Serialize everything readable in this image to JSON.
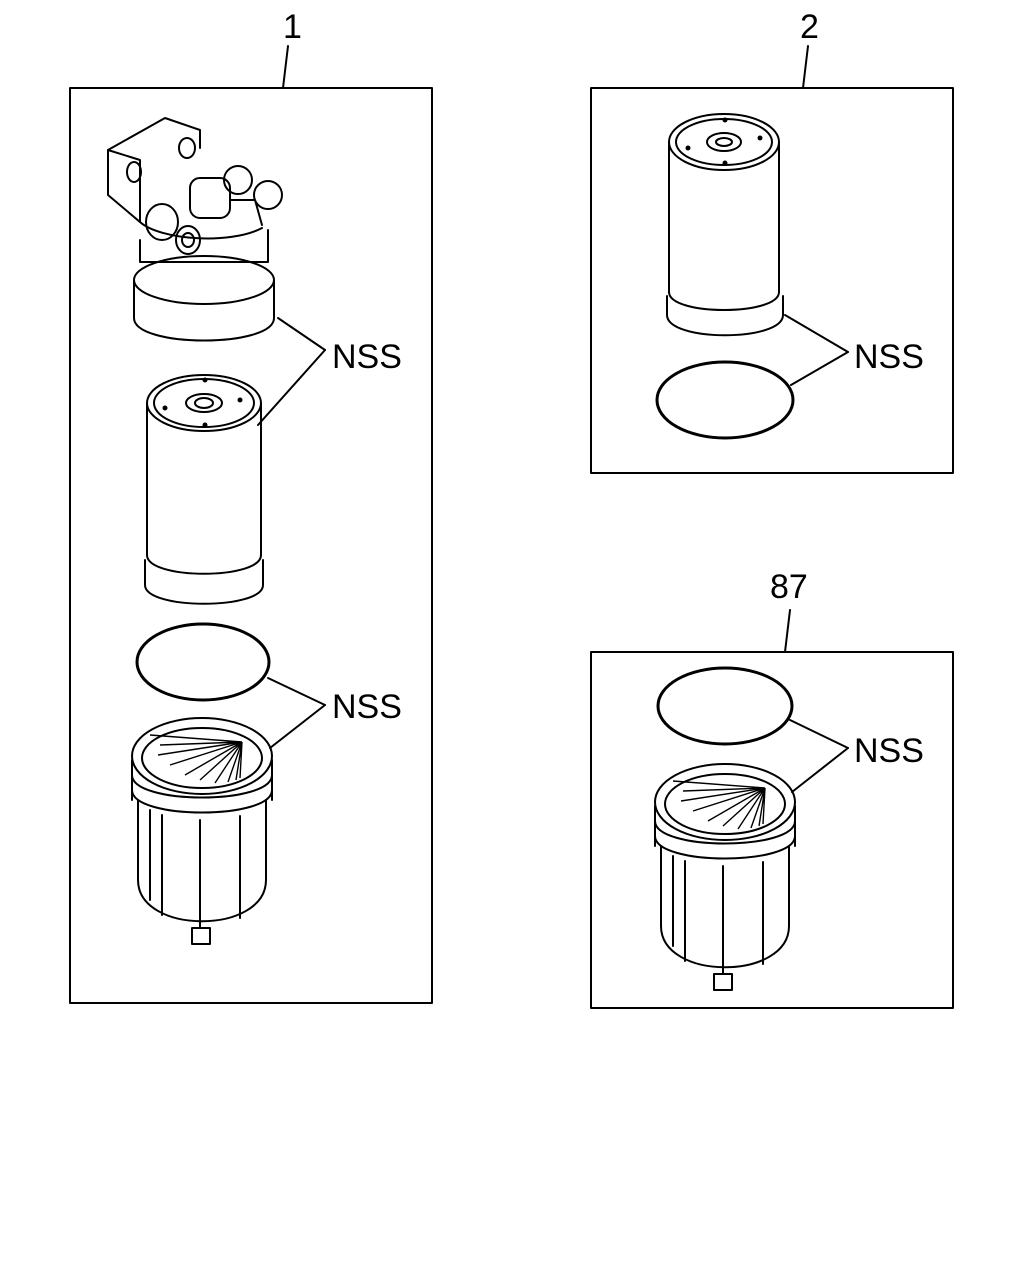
{
  "groups": [
    {
      "ref": "1",
      "labels": [
        "NSS",
        "NSS"
      ]
    },
    {
      "ref": "2",
      "labels": [
        "NSS"
      ]
    },
    {
      "ref": "87",
      "labels": [
        "NSS"
      ]
    }
  ]
}
